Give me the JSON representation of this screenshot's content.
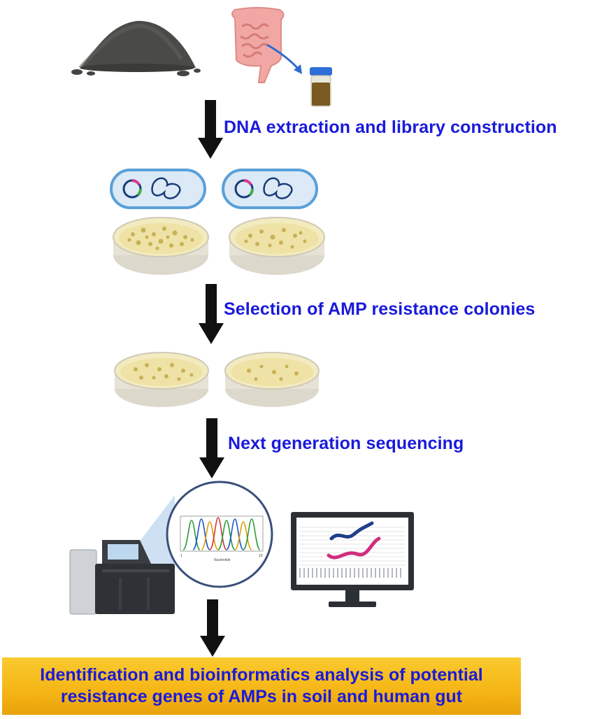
{
  "steps": {
    "step1": "DNA extraction and library construction",
    "step2": "Selection of AMP resistance colonies",
    "step3": "Next generation sequencing"
  },
  "result": {
    "line1": "Identification and bioinformatics analysis of potential",
    "line2": "resistance genes of AMPs in soil and human gut"
  },
  "chromatogram": {
    "x_start": "1",
    "x_end": "10",
    "x_label": "Nucleotide"
  },
  "colors": {
    "label_text": "#1a1adb",
    "arrow": "#111111",
    "box_fill": "#f5b515"
  },
  "icons": [
    "soil-pile-icon",
    "intestine-icon",
    "stool-sample-icon",
    "bacteria-cell-icon",
    "petri-dish-icon",
    "sequencer-icon",
    "chromatogram-icon",
    "monitor-icon"
  ]
}
